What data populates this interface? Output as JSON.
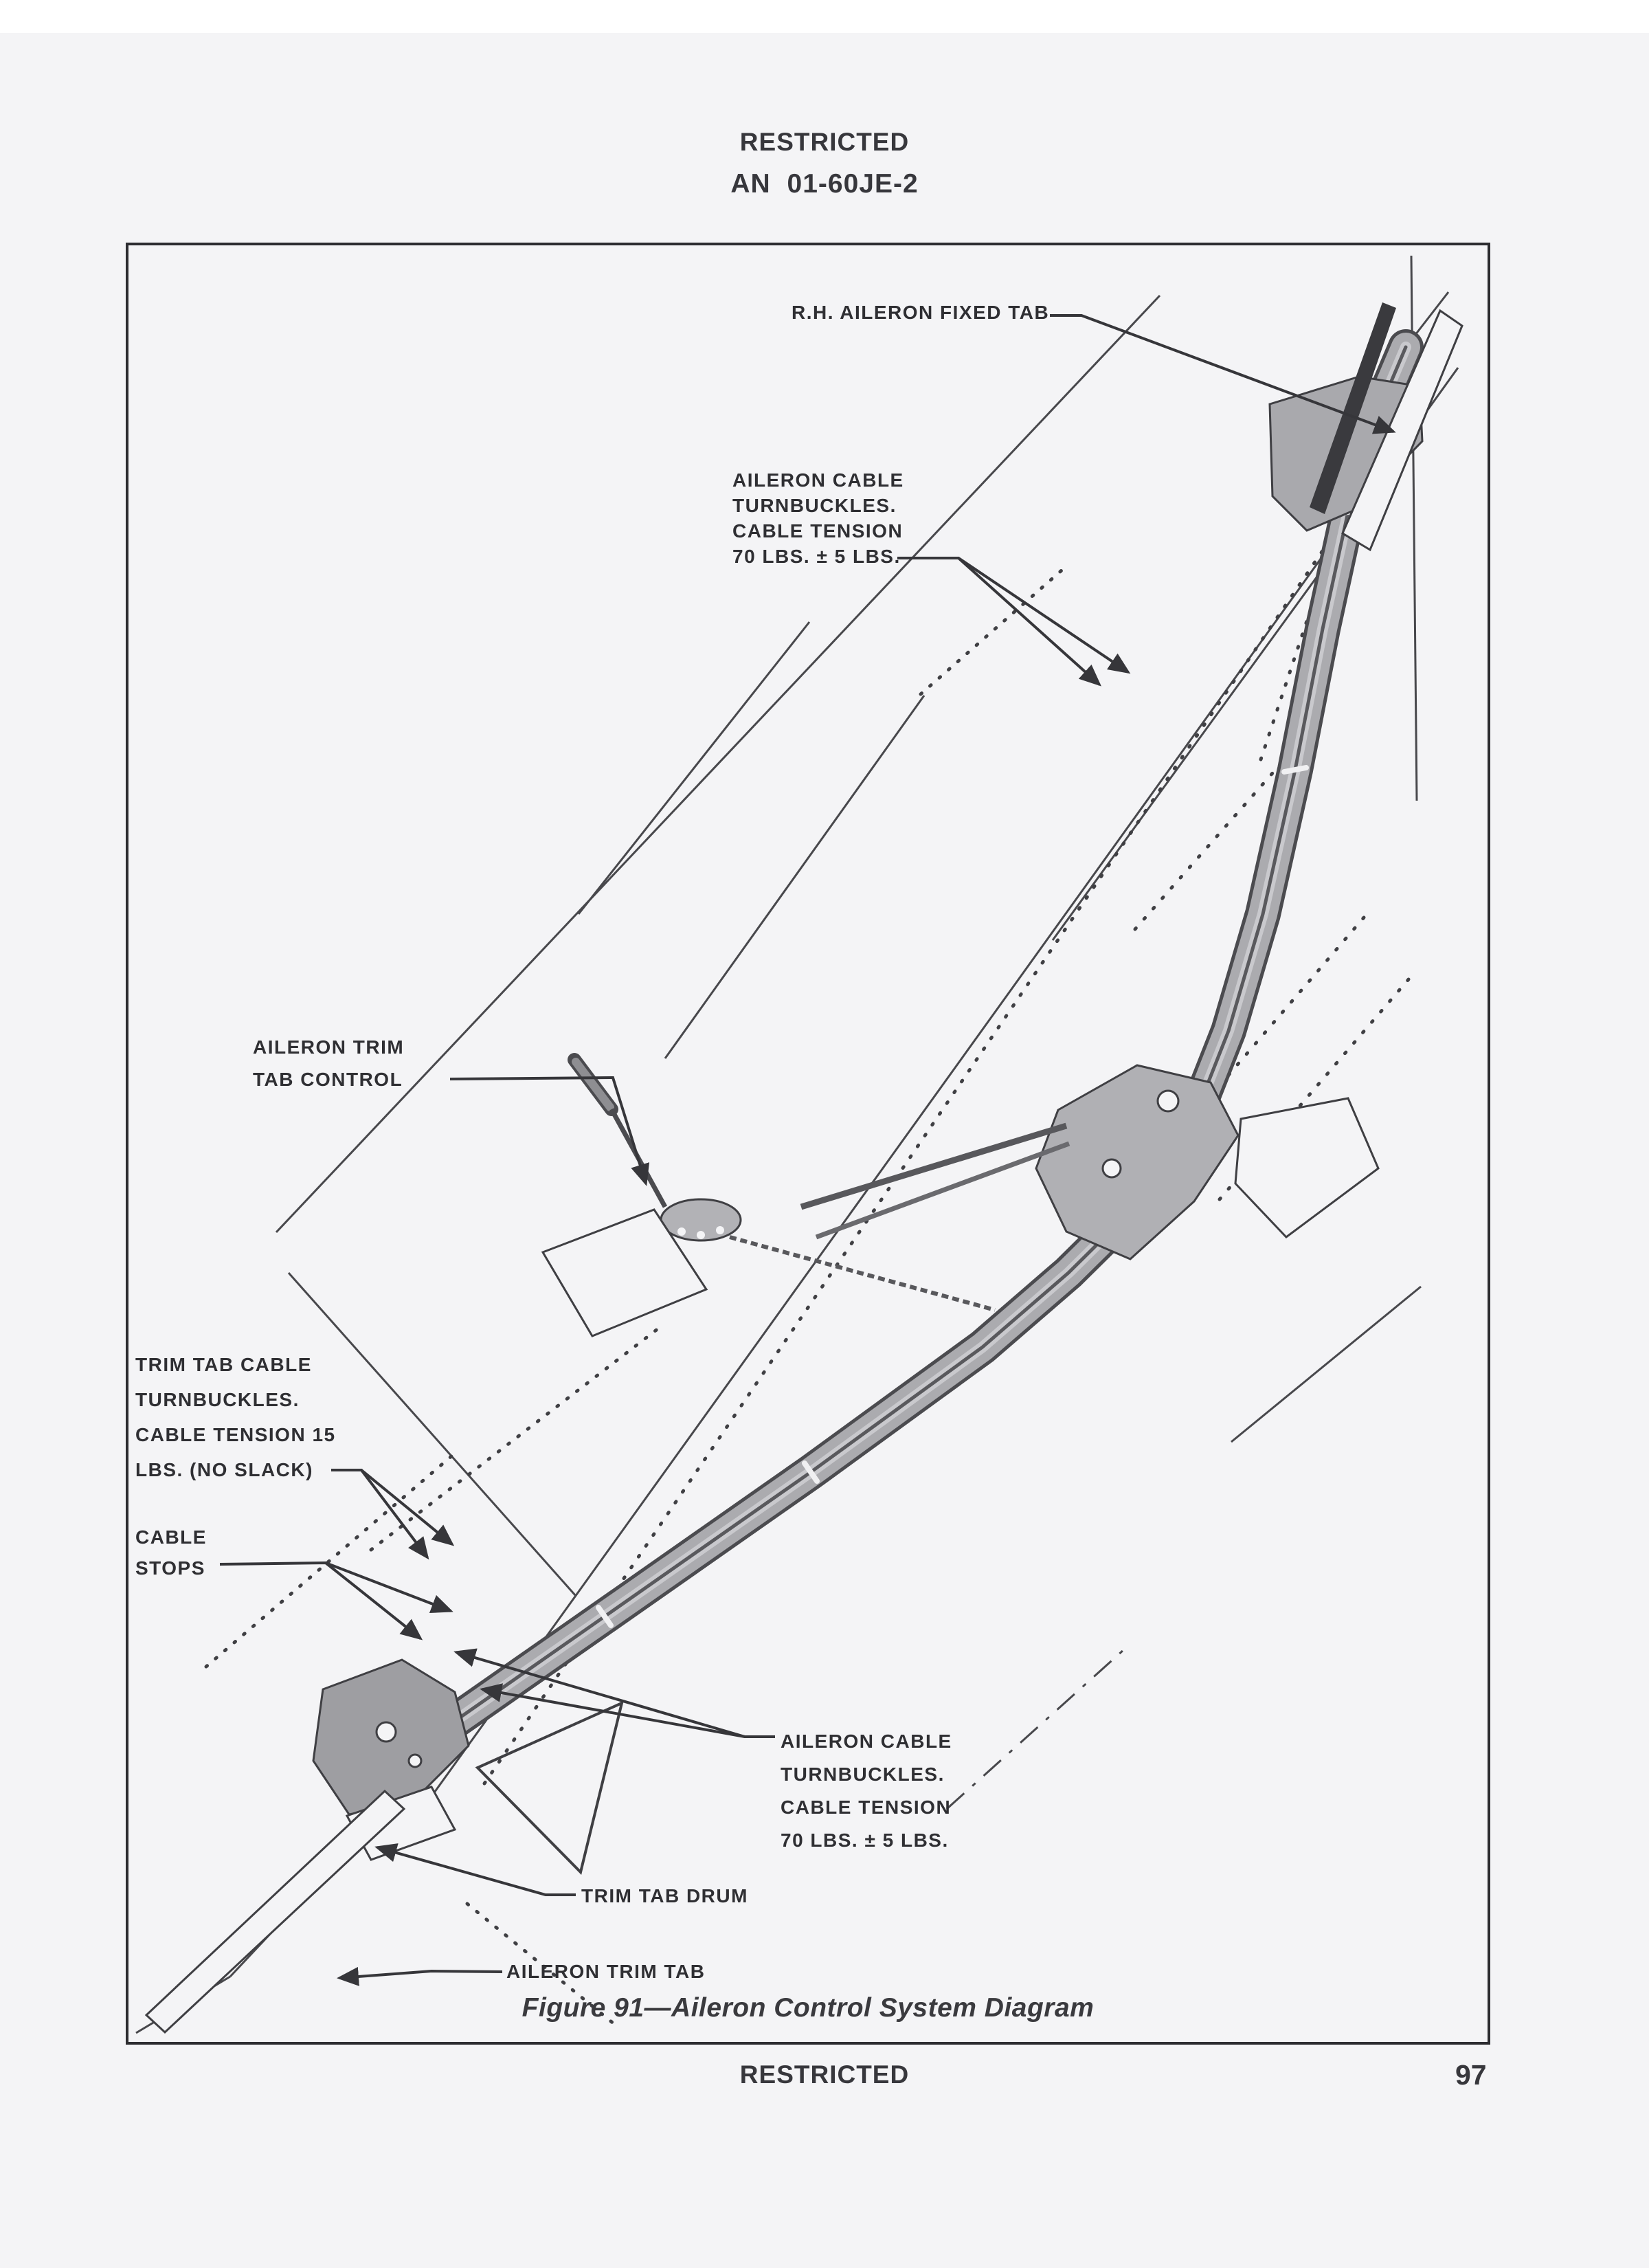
{
  "page": {
    "header": {
      "classification": "RESTRICTED",
      "document_number": "AN 01-60JE-2"
    },
    "footer": {
      "classification": "RESTRICTED",
      "page_number": "97"
    },
    "figure": {
      "caption": "Figure 91—Aileron Control System Diagram",
      "labels": {
        "rh_aileron_fixed_tab": {
          "text": "R.H. AILERON FIXED TAB"
        },
        "aileron_cable_turnbuckles_upper": {
          "lines": [
            "AILERON CABLE",
            "TURNBUCKLES.",
            "CABLE TENSION",
            "70 LBS. ± 5 LBS."
          ]
        },
        "aileron_trim_tab_control": {
          "lines": [
            "AILERON TRIM",
            "TAB CONTROL"
          ]
        },
        "trim_tab_cable_turnbuckles": {
          "lines": [
            "TRIM TAB CABLE",
            "TURNBUCKLES.",
            "CABLE TENSION 15",
            "LBS. (NO SLACK)"
          ]
        },
        "cable_stops": {
          "lines": [
            "CABLE",
            "STOPS"
          ]
        },
        "aileron_cable_turnbuckles_lower": {
          "lines": [
            "AILERON CABLE",
            "TURNBUCKLES.",
            "CABLE TENSION",
            "70 LBS. ± 5 LBS."
          ]
        },
        "trim_tab_drum": {
          "text": "TRIM TAB DRUM"
        },
        "aileron_trim_tab": {
          "text": "AILERON TRIM TAB"
        }
      }
    },
    "colors": {
      "page_background": "#f4f4f6",
      "top_margin": "#ffffff",
      "ink": "#2f2f33",
      "diagram_line": "#46464a",
      "assembly_fill": "#ababaf",
      "panel_fill": "#f4f4f6",
      "dark_fill": "#3a3a3e"
    }
  }
}
